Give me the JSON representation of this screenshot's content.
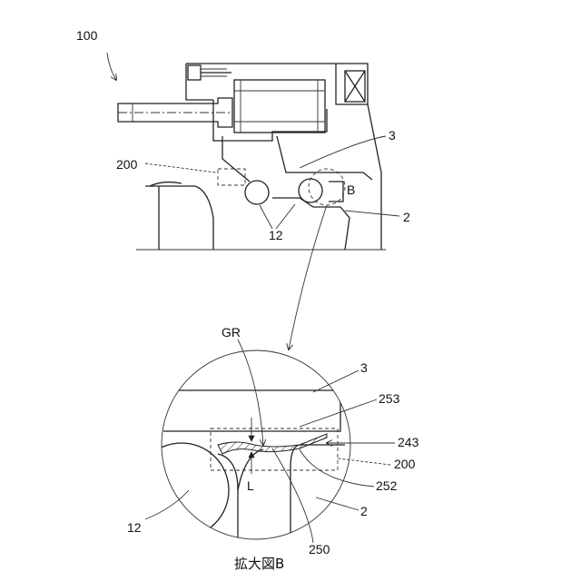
{
  "figure": {
    "ref_main": "100",
    "labels": {
      "top_3": "3",
      "top_200": "200",
      "top_B": "B",
      "top_2": "2",
      "top_12": "12",
      "gr": "GR",
      "detail_3": "3",
      "detail_253": "253",
      "detail_243": "243",
      "detail_200": "200",
      "detail_252": "252",
      "detail_L": "L",
      "detail_2": "2",
      "detail_12": "12",
      "detail_250": "250"
    },
    "caption": "拡大図B"
  }
}
